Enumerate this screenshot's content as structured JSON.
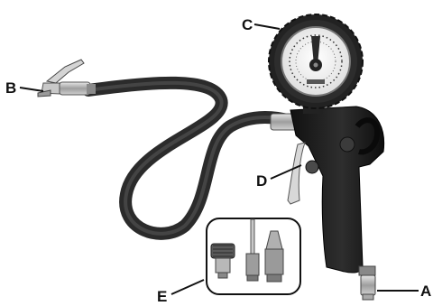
{
  "callouts": {
    "a": "A",
    "b": "B",
    "c": "C",
    "d": "D",
    "e": "E"
  },
  "colors": {
    "body": "#1c1c1c",
    "hose": "#3a3a3a",
    "metal": "#b8b8b8",
    "gauge_rim": "#2a2a2a",
    "dial": "#f4f4f4"
  }
}
